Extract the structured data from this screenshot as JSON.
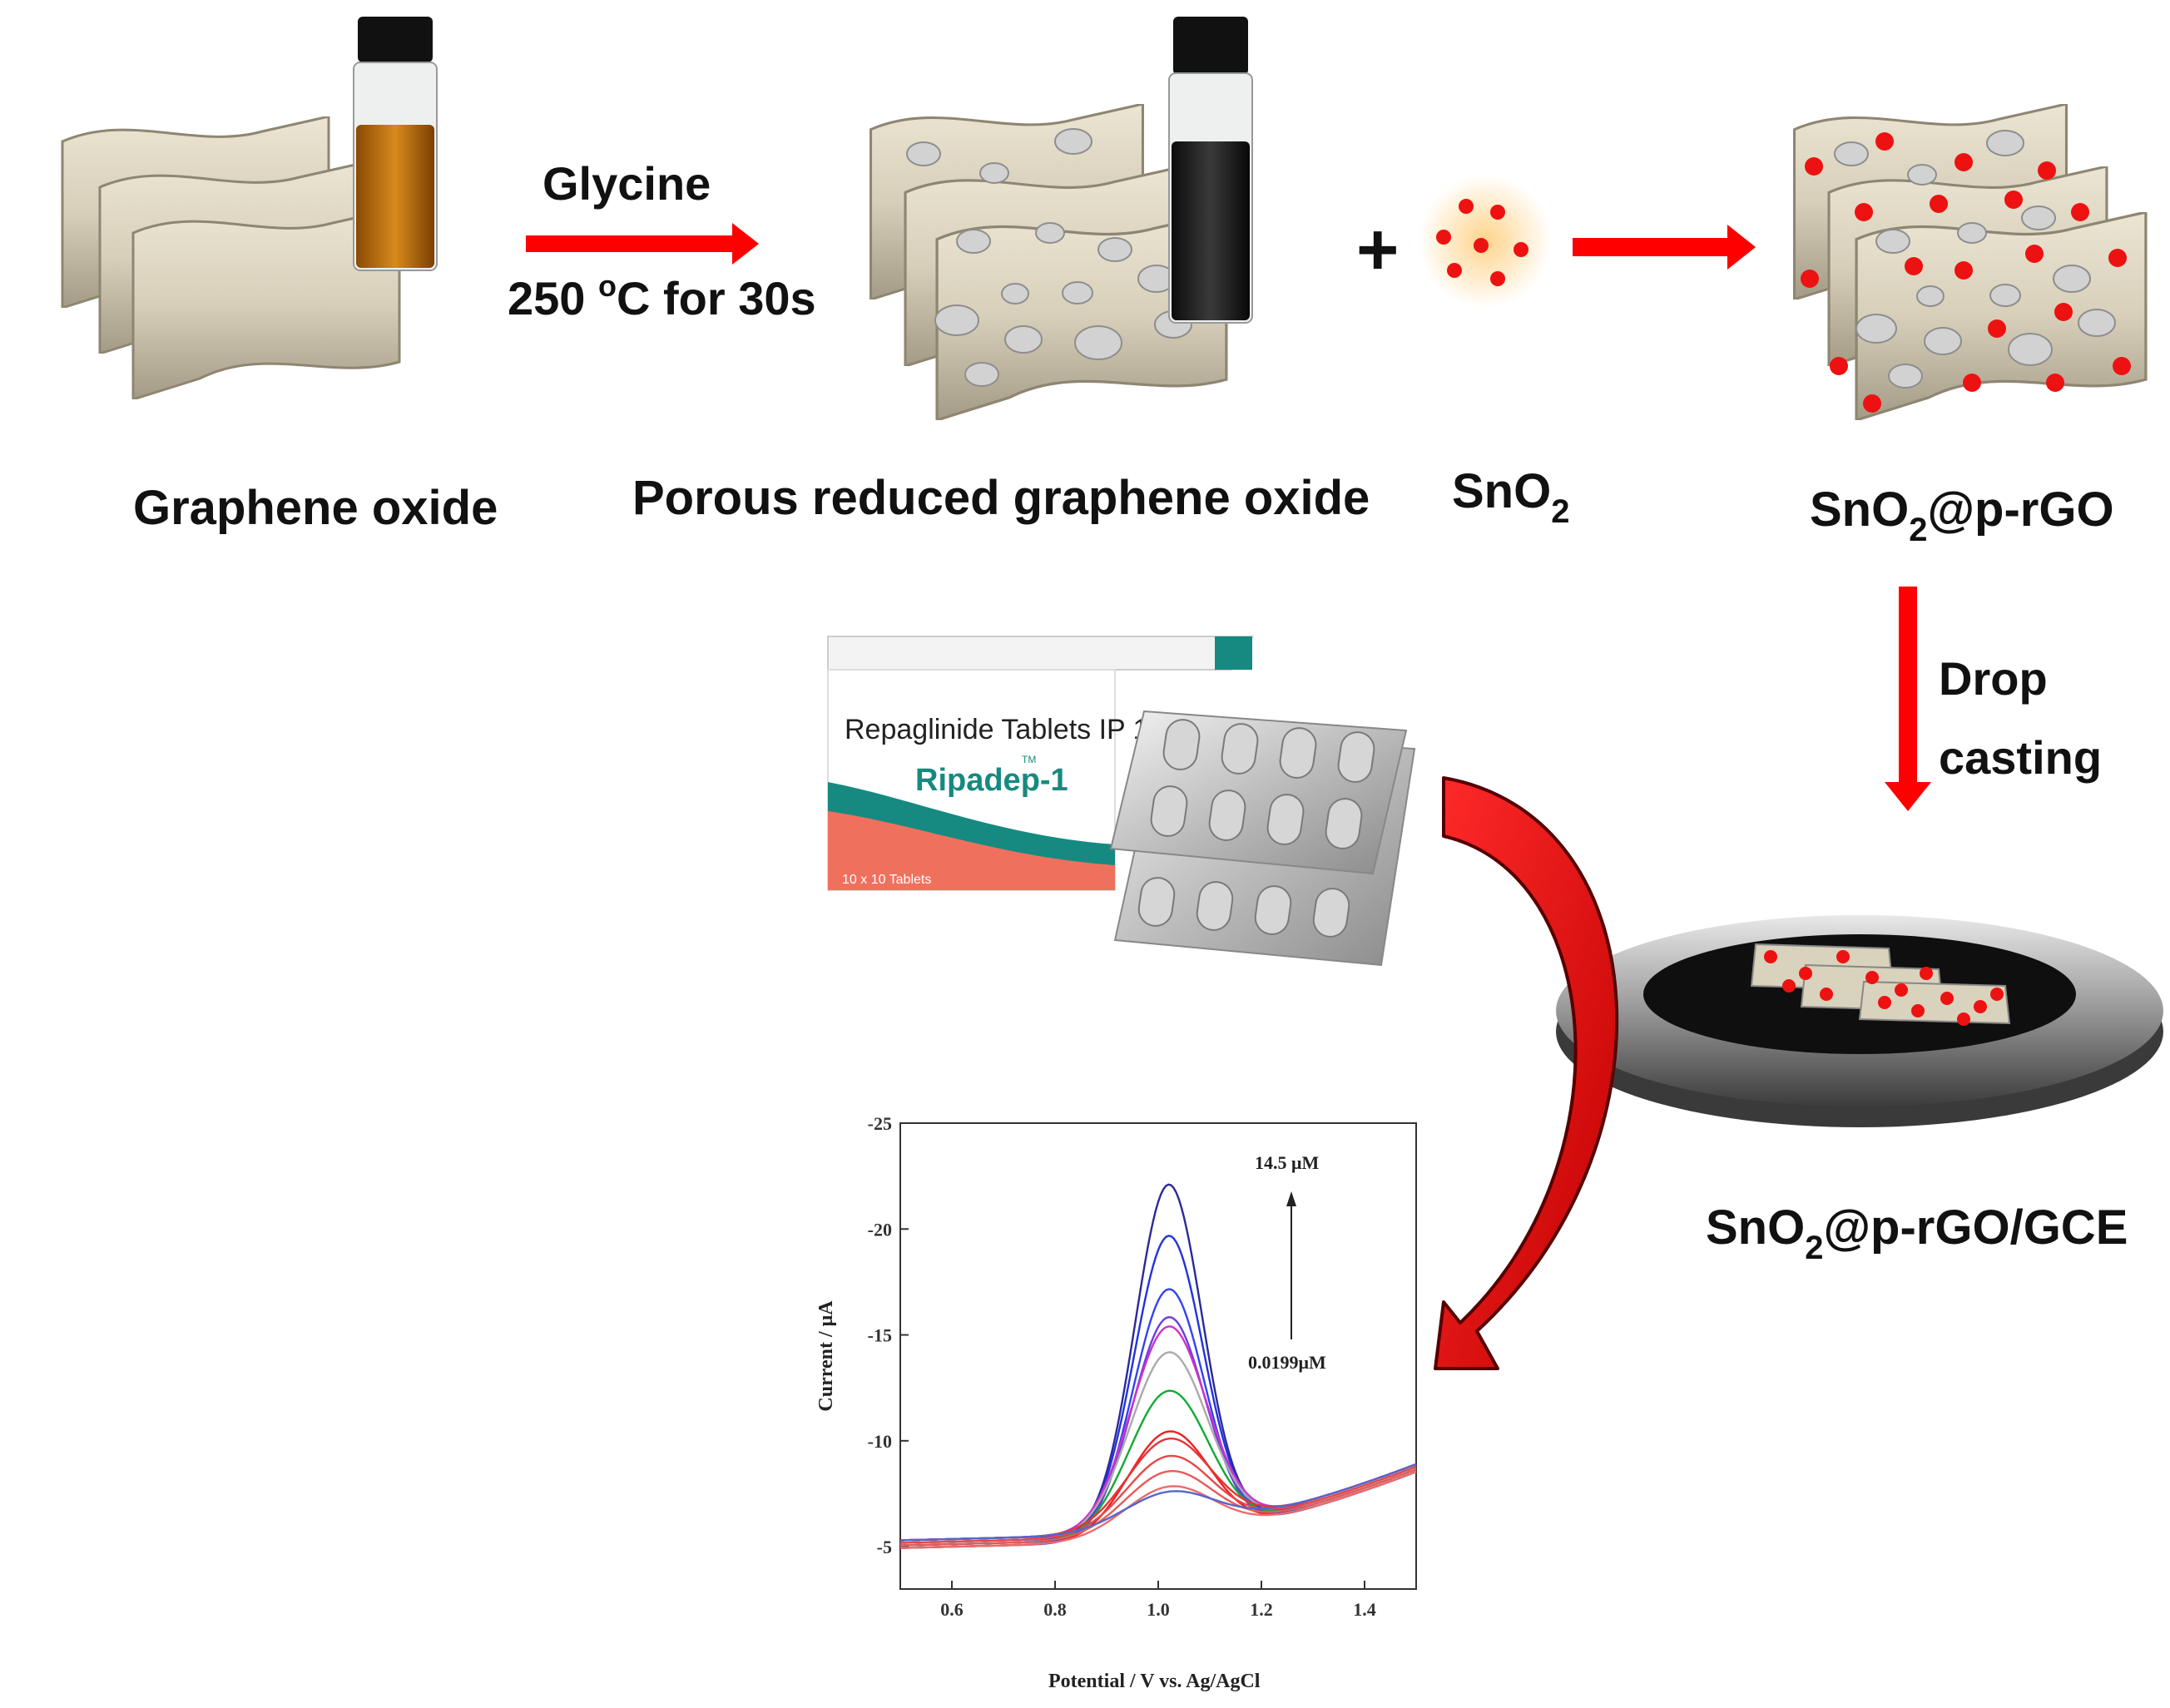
{
  "labels": {
    "graphene_oxide": "Graphene oxide",
    "porous_rgo": "Porous reduced graphene oxide",
    "sno2_base": "SnO",
    "sno2_sub": "2",
    "composite_base": "SnO",
    "composite_sub": "2",
    "composite_rest": "@p-rGO",
    "electrode_base": "SnO",
    "electrode_sub": "2",
    "electrode_rest": "@p-rGO/GCE",
    "plus": "+"
  },
  "arrows": {
    "glycine": "Glycine",
    "condition_pre": "250 ",
    "condition_sup": "o",
    "condition_post": "C for 30s",
    "drop_line1": "Drop",
    "drop_line2": "casting"
  },
  "package": {
    "product": "Repaglinide Tablets IP 1 mg",
    "brand": "Ripadep-1",
    "tm": "TM",
    "count": "10 x 10 Tablets"
  },
  "colors": {
    "arrow_red": "#ff0000",
    "dot_red": "#ee1111",
    "sheet_beige": "#d9d2bd",
    "pore_grey": "#cfcfcf",
    "box_teal": "#168a80",
    "box_coral": "#f0705e"
  },
  "chart_data": {
    "type": "line",
    "xlabel": "Potential / V vs. Ag/AgCl",
    "ylabel": "Current / μA",
    "xlim": [
      0.5,
      1.5
    ],
    "ylim": [
      -3,
      -25
    ],
    "x_ticks": [
      "0.6",
      "0.8",
      "1.0",
      "1.2",
      "1.4"
    ],
    "y_ticks": [
      "-5",
      "-10",
      "-15",
      "-20",
      "-25"
    ],
    "peak_x": 1.02,
    "annotation_high": "14.5 μM",
    "annotation_low": "0.0199μM",
    "series": [
      {
        "color": "#2a2a9a",
        "peak": -22.1
      },
      {
        "color": "#2233dd",
        "peak": -19.8
      },
      {
        "color": "#3344ee",
        "peak": -17.4
      },
      {
        "color": "#6a3de0",
        "peak": -16.2
      },
      {
        "color": "#cc33cc",
        "peak": -15.4
      },
      {
        "color": "#aaaaaa",
        "peak": -14.3
      },
      {
        "color": "#11aa33",
        "peak": -12.6
      },
      {
        "color": "#ee2222",
        "peak": -10.8
      },
      {
        "color": "#e43535",
        "peak": -10.1
      },
      {
        "color": "#e64848",
        "peak": -9.4
      },
      {
        "color": "#e85a5a",
        "peak": -8.8
      },
      {
        "color": "#ea6c6c",
        "peak": -8.2
      },
      {
        "color": "#5566cc",
        "peak": -7.6
      }
    ]
  }
}
